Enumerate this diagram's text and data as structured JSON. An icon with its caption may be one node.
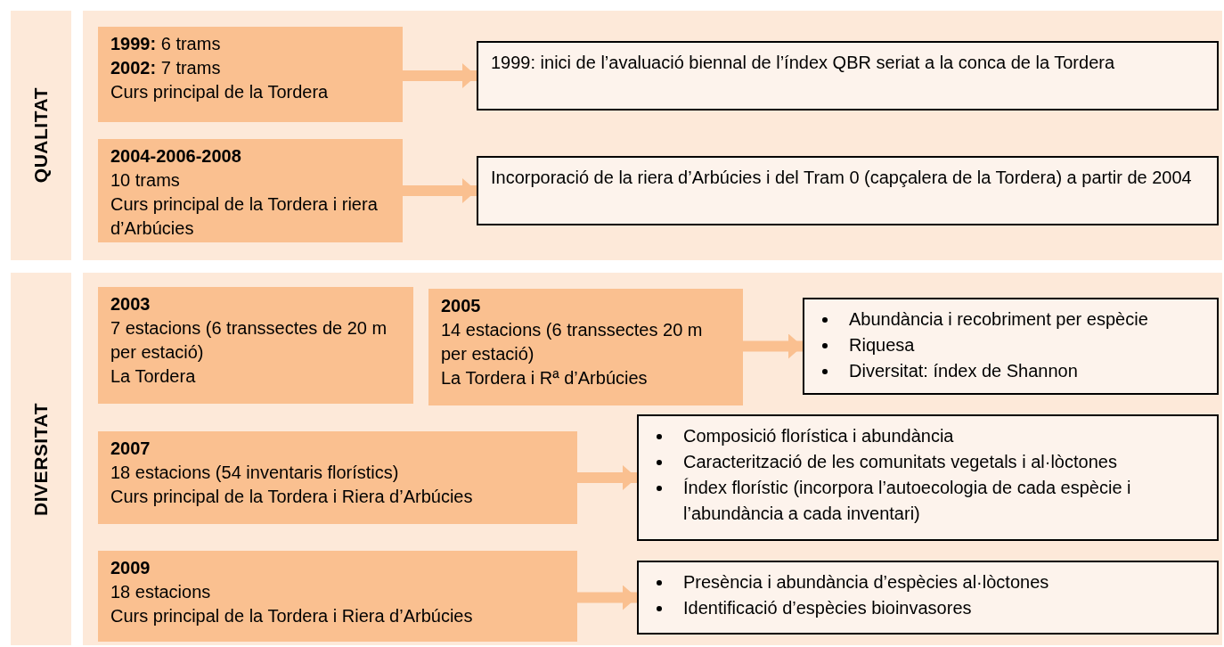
{
  "diagram": {
    "nodes": [
      {
        "text": [
          "QUALITAT"
        ]
      },
      {
        "text": [],
        "shape": "box"
      },
      {
        "text": [
          "**1999:** 6 trams",
          "**2002:** 7 trams",
          "Curs principal de la Tordera"
        ],
        "in": 1
      },
      {
        "text": [
          "1999: inici de l’avaluació biennal de l’índex QBR seriat a la conca de la Tordera"
        ],
        "in": 1
      },
      {
        "text": [
          "2004-2006-2008",
          "10 trams",
          "Curs principal de la Tordera i riera d’Arbúcies"
        ],
        "in": 1
      },
      {
        "text": [
          "Incorporació de la riera d’Arbúcies i del Tram 0 (capçalera de la Tordera) a partir de 2004"
        ],
        "in": 1
      },
      {
        "text": [
          "DIVERSITAT"
        ]
      },
      {
        "text": [],
        "shape": "box"
      },
      {
        "text": [
          "2003",
          "7 estacions (6 transsectes de 20 m per estació)",
          "La Tordera"
        ],
        "in": 7
      },
      {
        "text": [
          "2005",
          "14 estacions (6 transsectes 20 m per estació)",
          "La Tordera i Rª d’Arbúcies"
        ],
        "in": 7
      },
      {
        "text": [
          "Abundància i recobriment per espècie",
          "Riquesa",
          "Diversitat: índex de Shannon"
        ],
        "in": 7
      },
      {
        "text": [
          "2007",
          "18 estacions (54 inventaris florístics)",
          "Curs principal de la Tordera i Riera d’Arbúcies"
        ],
        "in": 7
      },
      {
        "text": [
          "Composició florística i abundància",
          "Caracterització de les comunitats vegetals i al·lòctones",
          "Índex florístic (incorpora l’autoecologia de cada espècie i l’abundància a cada inventari)"
        ],
        "in": 7
      },
      {
        "text": [
          "2009",
          "18 estacions",
          "Curs principal de la Tordera i Riera d’Arbúcies"
        ],
        "in": 7
      },
      {
        "text": [
          "Presència i abundància d’espècies al·lòctones",
          "Identificació d’espècies bioinvasores"
        ],
        "in": 7
      }
    ],
    "edges": [
      {
        "from": 2,
        "to": 3,
        "arrow": "to"
      },
      {
        "from": 4,
        "to": 5,
        "arrow": "to"
      },
      {
        "from": 9,
        "to": 10,
        "arrow": "to"
      },
      {
        "from": 11,
        "to": 12,
        "arrow": "to"
      },
      {
        "from": 13,
        "to": 14,
        "arrow": "to"
      }
    ]
  }
}
